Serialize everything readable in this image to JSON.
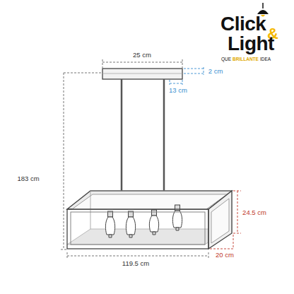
{
  "diagram": {
    "labels": [
      "Click",
      "&",
      "Light",
      "QUE",
      "BRILLANTE",
      "IDEA",
      "25 cm",
      "2 cm",
      "13 cm",
      "183 cm",
      "24.5 cm",
      "20 cm",
      "119.5 cm"
    ]
  }
}
